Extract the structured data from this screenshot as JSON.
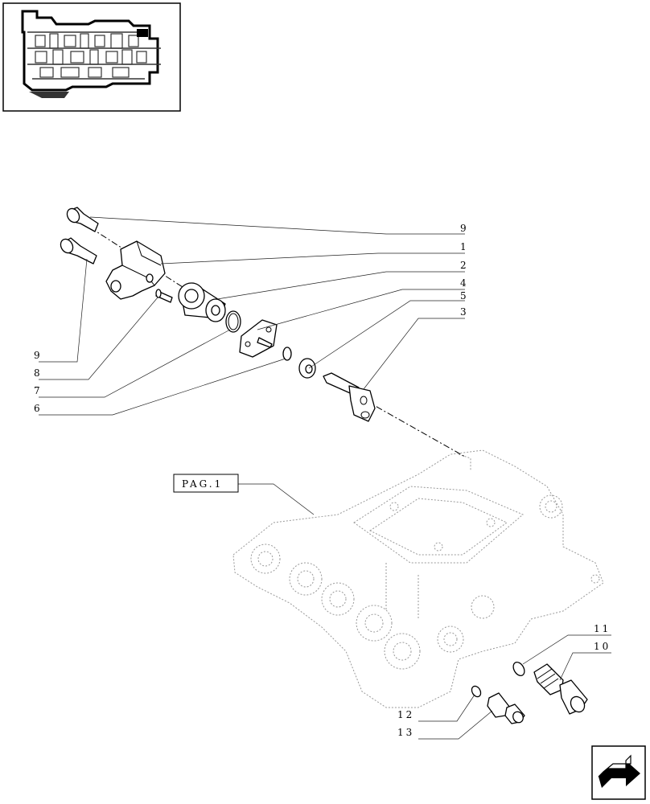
{
  "page_ref": {
    "text": "PAG.1"
  },
  "callouts": [
    {
      "id": "c9a",
      "text": "9"
    },
    {
      "id": "c1",
      "text": "1"
    },
    {
      "id": "c2",
      "text": "2"
    },
    {
      "id": "c4",
      "text": "4"
    },
    {
      "id": "c5",
      "text": "5"
    },
    {
      "id": "c3",
      "text": "3"
    },
    {
      "id": "c9b",
      "text": "9"
    },
    {
      "id": "c8",
      "text": "8"
    },
    {
      "id": "c7",
      "text": "7"
    },
    {
      "id": "c6",
      "text": "6"
    },
    {
      "id": "c11",
      "text": "11"
    },
    {
      "id": "c10",
      "text": "10"
    },
    {
      "id": "c12",
      "text": "12"
    },
    {
      "id": "c13",
      "text": "13"
    }
  ],
  "icons": {
    "thumbnail": "transmission-thumbnail",
    "nav": "next-page-arrow-icon"
  }
}
